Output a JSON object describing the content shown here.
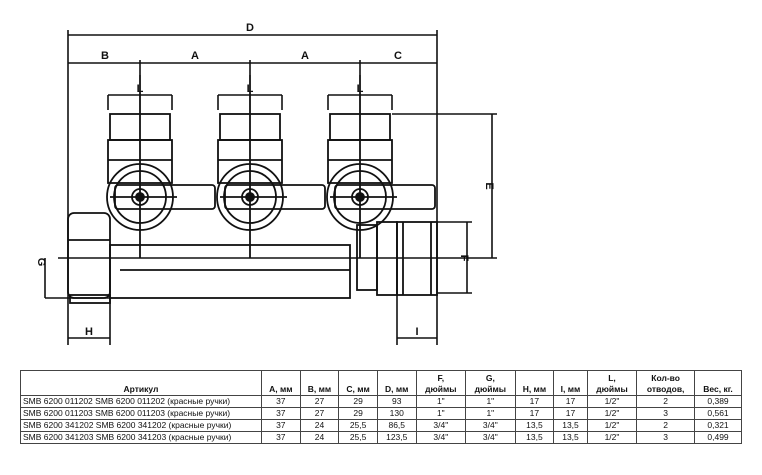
{
  "drawing": {
    "labels": {
      "D": "D",
      "B": "B",
      "A1": "A",
      "A2": "A",
      "C": "C",
      "L1": "L",
      "L2": "L",
      "L3": "L",
      "E": "E",
      "F": "F",
      "G": "G",
      "H": "H",
      "I": "I"
    }
  },
  "table": {
    "headers": [
      "Артикул",
      "A, мм",
      "B, мм",
      "C, мм",
      "D, мм",
      "F, дюймы",
      "G, дюймы",
      "H, мм",
      "I, мм",
      "L, дюймы",
      "Кол-во отводов,",
      "Вес, кг."
    ],
    "header_lines": [
      [
        "",
        "Артикул"
      ],
      [
        "",
        "A, мм"
      ],
      [
        "",
        "B, мм"
      ],
      [
        "",
        "C, мм"
      ],
      [
        "",
        "D, мм"
      ],
      [
        "F,",
        "дюймы"
      ],
      [
        "G,",
        "дюймы"
      ],
      [
        "",
        "H, мм"
      ],
      [
        "",
        "I, мм"
      ],
      [
        "L,",
        "дюймы"
      ],
      [
        "Кол-во",
        "отводов,"
      ],
      [
        "",
        "Вес, кг."
      ]
    ],
    "rows": [
      [
        "SMB 6200 011202 SMB 6200 011202 (красные ручки)",
        "37",
        "27",
        "29",
        "93",
        "1\"",
        "1\"",
        "17",
        "17",
        "1/2\"",
        "2",
        "0,389"
      ],
      [
        "SMB 6200 011203 SMB 6200 011203 (красные ручки)",
        "37",
        "27",
        "29",
        "130",
        "1\"",
        "1\"",
        "17",
        "17",
        "1/2\"",
        "3",
        "0,561"
      ],
      [
        "SMB 6200 341202 SMB 6200 341202 (красные ручки)",
        "37",
        "24",
        "25,5",
        "86,5",
        "3/4\"",
        "3/4\"",
        "13,5",
        "13,5",
        "1/2\"",
        "2",
        "0,321"
      ],
      [
        "SMB 6200 341203 SMB 6200 341203 (красные ручки)",
        "37",
        "24",
        "25,5",
        "123,5",
        "3/4\"",
        "3/4\"",
        "13,5",
        "13,5",
        "1/2\"",
        "3",
        "0,499"
      ]
    ]
  }
}
